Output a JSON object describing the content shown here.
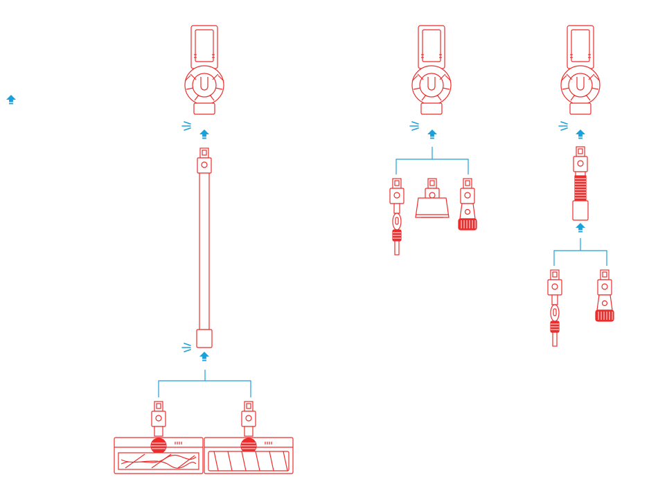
{
  "colors": {
    "product_line": "#ee2b2b",
    "product_fill": "#ffffff",
    "accent_fill": "#ee2b2b",
    "arrow": "#1aa0db",
    "connector": "#1aa0db"
  },
  "icons": {
    "legend": "up-arrow-icon",
    "direction": "up-arrow-icon",
    "click": "click-lines-icon"
  },
  "assemblies": [
    {
      "id": "floor-cleaning",
      "components": [
        "main-body",
        "extension-tube",
        "motorized-brush-head",
        "soft-roller-head"
      ]
    },
    {
      "id": "handheld",
      "components": [
        "main-body",
        "crevice-tool",
        "mini-motorized-head",
        "dusting-brush"
      ]
    },
    {
      "id": "flexible-hose",
      "components": [
        "main-body",
        "flexible-hose",
        "crevice-tool",
        "dusting-brush"
      ]
    }
  ]
}
